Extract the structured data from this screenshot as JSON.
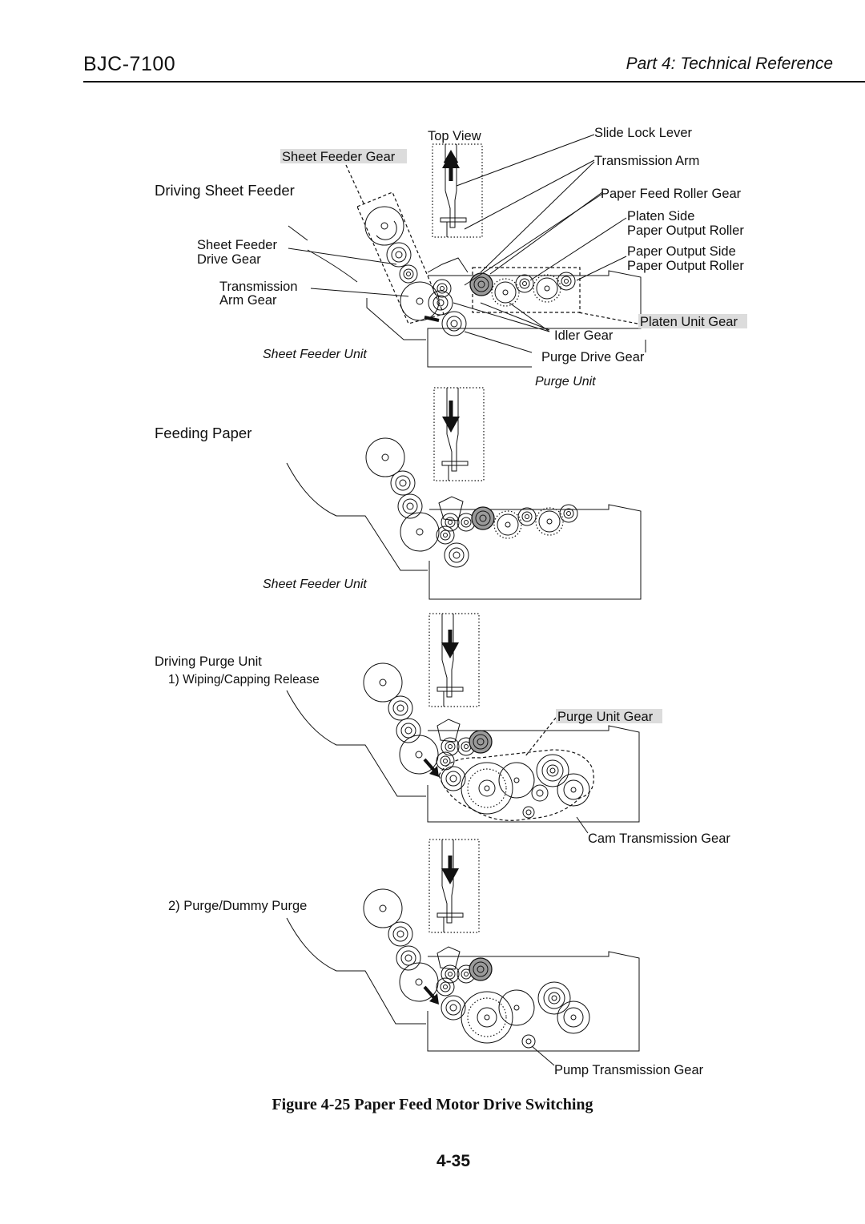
{
  "header": {
    "model": "BJC-7100",
    "section": "Part 4: Technical Reference"
  },
  "labels": {
    "top_view": "Top View",
    "sheet_feeder_gear": "Sheet Feeder Gear",
    "driving_sheet_feeder": "Driving Sheet Feeder",
    "sheet_feeder_drive_gear_1": "Sheet Feeder",
    "sheet_feeder_drive_gear_2": "Drive Gear",
    "transmission_arm_gear_1": "Transmission",
    "transmission_arm_gear_2": "Arm Gear",
    "slide_lock_lever": "Slide Lock Lever",
    "transmission_arm": "Transmission Arm",
    "paper_feed_roller_gear": "Paper Feed Roller Gear",
    "platen_side_1": "Platen Side",
    "platen_side_2": "Paper Output Roller",
    "paper_output_side_1": "Paper Output Side",
    "paper_output_side_2": "Paper Output Roller",
    "platen_unit_gear": "Platen Unit Gear",
    "idler_gear": "Idler Gear",
    "purge_drive_gear": "Purge Drive Gear",
    "purge_unit": "Purge Unit",
    "sheet_feeder_unit": "Sheet Feeder Unit",
    "feeding_paper": "Feeding Paper",
    "sheet_feeder_unit_2": "Sheet Feeder Unit",
    "driving_purge_unit": "Driving Purge Unit",
    "wiping_capping": "1) Wiping/Capping Release",
    "purge_unit_gear": "Purge Unit Gear",
    "cam_transmission_gear": "Cam Transmission Gear",
    "purge_dummy": "2) Purge/Dummy Purge",
    "pump_transmission_gear": "Pump Transmission Gear"
  },
  "caption": "Figure 4-25 Paper Feed Motor Drive Switching",
  "page_number": "4-35"
}
